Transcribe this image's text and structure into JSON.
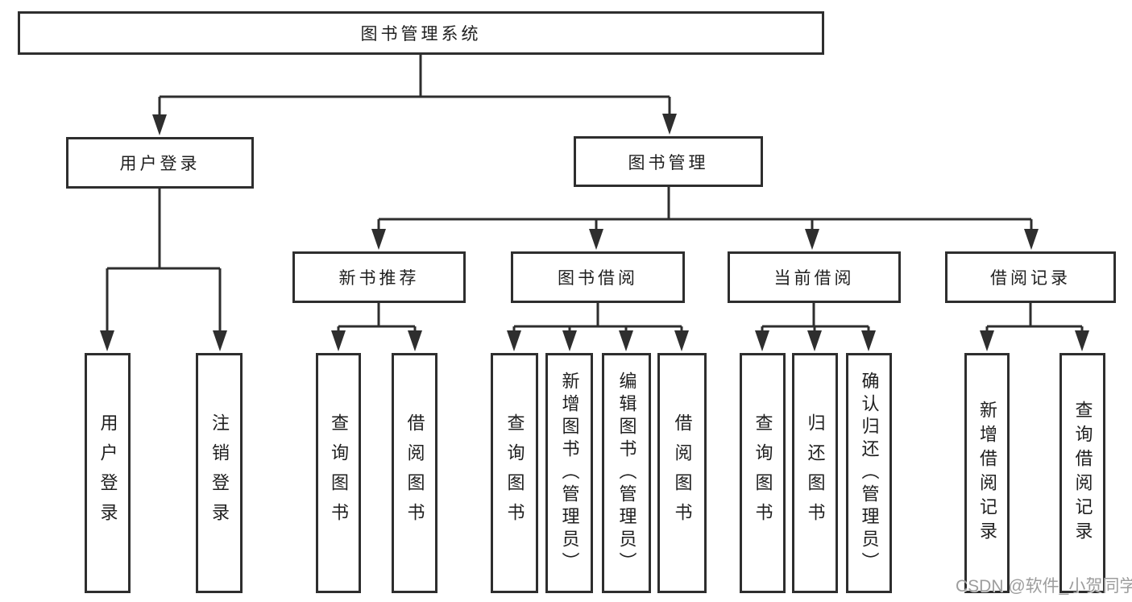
{
  "tree": {
    "label": "图书管理系统",
    "children": [
      {
        "label": "用户登录",
        "children": [
          {
            "label": "用户登录"
          },
          {
            "label": "注销登录"
          }
        ]
      },
      {
        "label": "图书管理",
        "children": [
          {
            "label": "新书推荐",
            "children": [
              {
                "label": "查询图书"
              },
              {
                "label": "借阅图书"
              }
            ]
          },
          {
            "label": "图书借阅",
            "children": [
              {
                "label": "查询图书"
              },
              {
                "label": "新增图书（管理员）"
              },
              {
                "label": "编辑图书（管理员）"
              },
              {
                "label": "借阅图书"
              }
            ]
          },
          {
            "label": "当前借阅",
            "children": [
              {
                "label": "查询图书"
              },
              {
                "label": "归还图书"
              },
              {
                "label": "确认归还（管理员）"
              }
            ]
          },
          {
            "label": "借阅记录",
            "children": [
              {
                "label": "新增借阅记录"
              },
              {
                "label": "查询借阅记录"
              }
            ]
          }
        ]
      }
    ]
  },
  "watermark": {
    "text": "CSDN @软件_小贺同学",
    "color": "#9d9d9d"
  },
  "colors": {
    "line": "#2e2e2e",
    "text": "#1f1f1f",
    "background": "#ffffff"
  }
}
